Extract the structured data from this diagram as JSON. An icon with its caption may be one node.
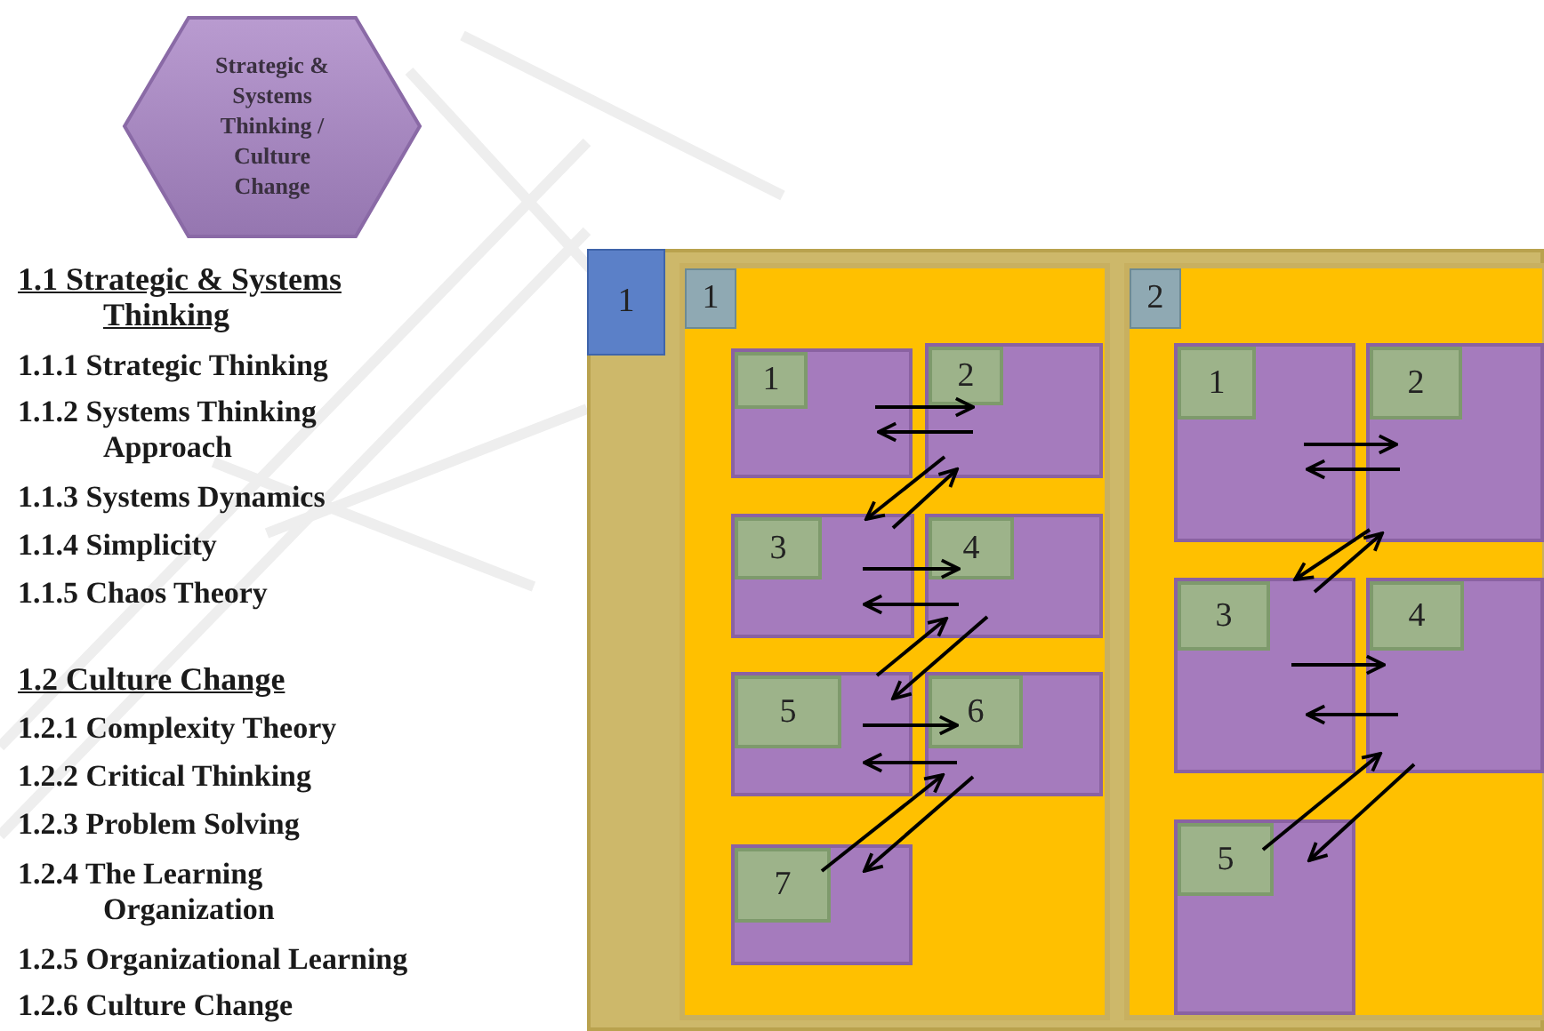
{
  "diagram": {
    "nodes": [
      {
        "text": [
          "Strategic & Systems Thinking / Culture Change"
        ]
      },
      {
        "text": [
          "1"
        ]
      },
      {
        "text": [
          "1"
        ],
        "in": 1
      },
      {
        "text": [
          "1"
        ],
        "in": 2
      },
      {
        "text": [
          "2"
        ],
        "in": 2
      },
      {
        "text": [
          "3"
        ],
        "in": 2
      },
      {
        "text": [
          "4"
        ],
        "in": 2
      },
      {
        "text": [
          "5"
        ],
        "in": 2
      },
      {
        "text": [
          "6"
        ],
        "in": 2
      },
      {
        "text": [
          "7"
        ],
        "in": 2
      },
      {
        "text": [
          "2"
        ],
        "in": 1
      },
      {
        "text": [
          "1"
        ],
        "in": 10
      },
      {
        "text": [
          "2"
        ],
        "in": 10
      },
      {
        "text": [
          "3"
        ],
        "in": 10
      },
      {
        "text": [
          "4"
        ],
        "in": 10
      },
      {
        "text": [
          "5"
        ],
        "in": 10
      }
    ],
    "edges": [
      {
        "from": 3,
        "to": 4,
        "arrow": "to"
      },
      {
        "from": 4,
        "to": 3,
        "arrow": "to"
      },
      {
        "from": 4,
        "to": 5,
        "arrow": "to"
      },
      {
        "from": 5,
        "to": 4,
        "arrow": "to"
      },
      {
        "from": 5,
        "to": 6,
        "arrow": "to"
      },
      {
        "from": 6,
        "to": 5,
        "arrow": "to"
      },
      {
        "from": 7,
        "to": 6,
        "arrow": "to"
      },
      {
        "from": 6,
        "to": 7,
        "arrow": "to"
      },
      {
        "from": 7,
        "to": 8,
        "arrow": "to"
      },
      {
        "from": 8,
        "to": 7,
        "arrow": "to"
      },
      {
        "from": 9,
        "to": 8,
        "arrow": "to"
      },
      {
        "from": 8,
        "to": 9,
        "arrow": "to"
      },
      {
        "from": 11,
        "to": 12,
        "arrow": "to"
      },
      {
        "from": 12,
        "to": 11,
        "arrow": "to"
      },
      {
        "from": 12,
        "to": 13,
        "arrow": "to"
      },
      {
        "from": 13,
        "to": 12,
        "arrow": "to"
      },
      {
        "from": 13,
        "to": 14,
        "arrow": "to"
      },
      {
        "from": 14,
        "to": 13,
        "arrow": "to"
      },
      {
        "from": 15,
        "to": 14,
        "arrow": "to"
      },
      {
        "from": 14,
        "to": 15,
        "arrow": "to"
      }
    ],
    "labels": [
      "1.1 Strategic & Systems Thinking",
      "1.1.1 Strategic Thinking",
      "1.1.2 Systems Thinking Approach",
      "1.1.3 Systems Dynamics",
      "1.1.4 Simplicity",
      "1.1.5 Chaos Theory",
      "1.2 Culture Change",
      "1.2.1 Complexity Theory",
      "1.2.2 Critical Thinking",
      "1.2.3 Problem Solving",
      "1.2.4 The Learning Organization",
      "1.2.5 Organizational Learning",
      "1.2.6 Culture Change"
    ]
  }
}
